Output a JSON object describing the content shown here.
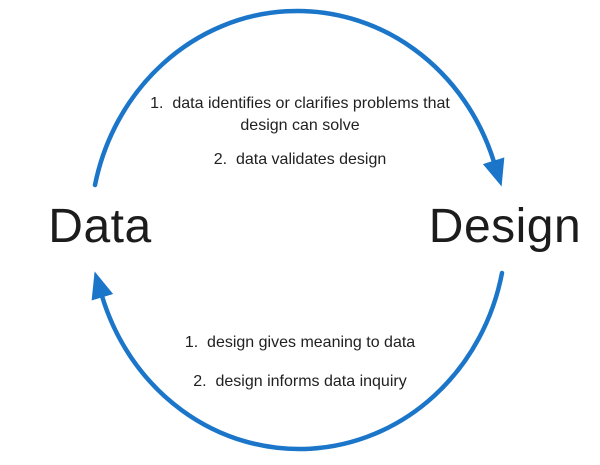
{
  "diagram": {
    "title": "Data–Design cycle diagram",
    "type": "cycle"
  },
  "colors": {
    "arrow": "#1b76c9",
    "text": "#212121",
    "background": "#ffffff"
  },
  "labels": {
    "left": "Data",
    "right": "Design"
  },
  "top_notes": {
    "item1_line1": "1.  data identifies or clarifies problems that",
    "item1_line2": "design can solve",
    "item2": "2.  data validates design"
  },
  "bottom_notes": {
    "item1": "1.  design gives meaning to data",
    "item2": "2.  design informs data inquiry"
  },
  "icons": {
    "top_arrow": "clockwise-arc-arrow-down",
    "bottom_arrow": "clockwise-arc-arrow-up"
  }
}
